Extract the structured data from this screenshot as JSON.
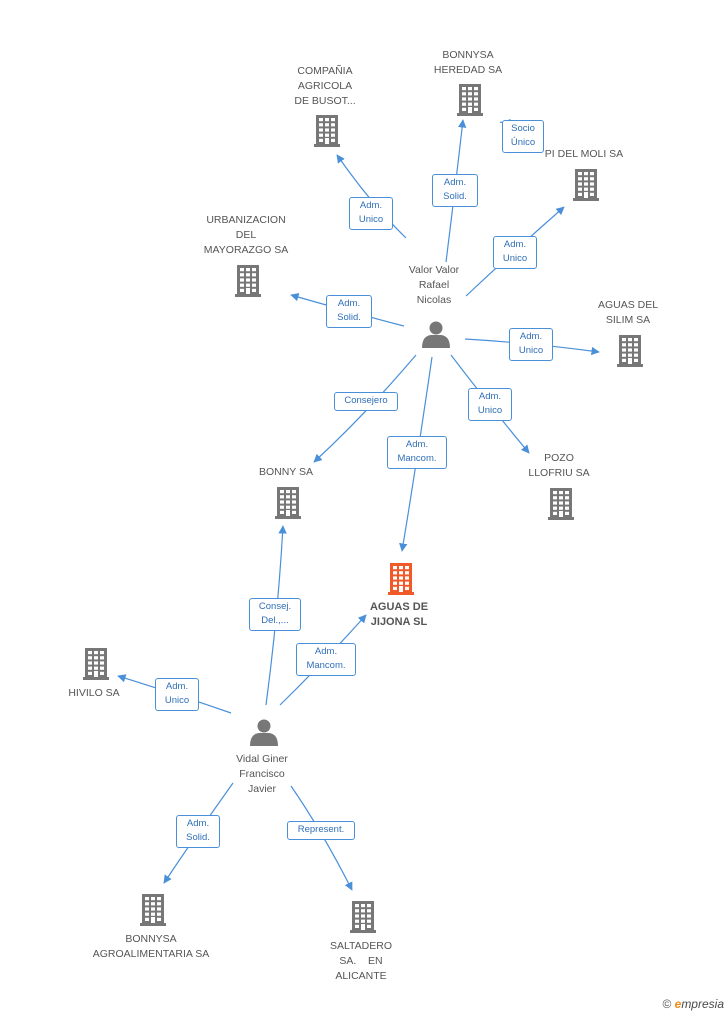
{
  "colors": {
    "edge": "#4a90d9",
    "node": "#777777",
    "main_node": "#f05a28",
    "label": "#555555"
  },
  "nodes": [
    {
      "id": "compania",
      "type": "company",
      "lines": [
        "COMPAÑIA",
        "AGRICOLA",
        "DE BUSOT..."
      ]
    },
    {
      "id": "bonnysa_heredad",
      "type": "company",
      "lines": [
        "BONNYSA",
        "HEREDAD SA"
      ]
    },
    {
      "id": "pi_del_moli",
      "type": "company",
      "lines": [
        "PI DEL MOLI SA"
      ]
    },
    {
      "id": "urbanizacion",
      "type": "company",
      "lines": [
        "URBANIZACION",
        "DEL",
        "MAYORAZGO SA"
      ]
    },
    {
      "id": "valor",
      "type": "person",
      "lines": [
        "Valor Valor",
        "Rafael",
        "Nicolas"
      ]
    },
    {
      "id": "aguas_silim",
      "type": "company",
      "lines": [
        "AGUAS DEL",
        "SILIM SA"
      ]
    },
    {
      "id": "bonny",
      "type": "company",
      "lines": [
        "BONNY SA"
      ]
    },
    {
      "id": "pozo",
      "type": "company",
      "lines": [
        "POZO",
        "LLOFRIU SA"
      ]
    },
    {
      "id": "aguas_jijona",
      "type": "main",
      "lines": [
        "AGUAS DE",
        "JIJONA SL"
      ]
    },
    {
      "id": "hivilo",
      "type": "company",
      "lines": [
        "HIVILO SA"
      ]
    },
    {
      "id": "vidal",
      "type": "person",
      "lines": [
        "Vidal Giner",
        "Francisco",
        "Javier"
      ]
    },
    {
      "id": "bonnysa_agro",
      "type": "company",
      "lines": [
        "BONNYSA",
        "AGROALIMENTARIA SA"
      ]
    },
    {
      "id": "saltadero",
      "type": "company",
      "lines": [
        "SALTADERO",
        "SA.    EN",
        "ALICANTE"
      ]
    }
  ],
  "edges": [
    {
      "from": "valor",
      "to": "compania",
      "lines": [
        "Adm.",
        "Unico"
      ]
    },
    {
      "from": "valor",
      "to": "bonnysa_heredad",
      "lines": [
        "Adm.",
        "Solid."
      ]
    },
    {
      "from": "valor",
      "to": "bonnysa_heredad",
      "lines": [
        "Socio",
        "Único"
      ]
    },
    {
      "from": "valor",
      "to": "pi_del_moli",
      "lines": [
        "Adm.",
        "Unico"
      ]
    },
    {
      "from": "valor",
      "to": "urbanizacion",
      "lines": [
        "Adm.",
        "Solid."
      ]
    },
    {
      "from": "valor",
      "to": "aguas_silim",
      "lines": [
        "Adm.",
        "Unico"
      ]
    },
    {
      "from": "valor",
      "to": "bonny",
      "lines": [
        "Consejero"
      ]
    },
    {
      "from": "valor",
      "to": "aguas_jijona",
      "lines": [
        "Adm.",
        "Mancom."
      ]
    },
    {
      "from": "valor",
      "to": "pozo",
      "lines": [
        "Adm.",
        "Unico"
      ]
    },
    {
      "from": "vidal",
      "to": "bonny",
      "lines": [
        "Consej.",
        "Del.,..."
      ]
    },
    {
      "from": "vidal",
      "to": "aguas_jijona",
      "lines": [
        "Adm.",
        "Mancom."
      ]
    },
    {
      "from": "vidal",
      "to": "hivilo",
      "lines": [
        "Adm.",
        "Unico"
      ]
    },
    {
      "from": "vidal",
      "to": "bonnysa_agro",
      "lines": [
        "Adm.",
        "Solid."
      ]
    },
    {
      "from": "vidal",
      "to": "saltadero",
      "lines": [
        "Represent."
      ]
    }
  ],
  "watermark": {
    "symbol": "©",
    "brand_first": "e",
    "brand_rest": "mpresia"
  }
}
